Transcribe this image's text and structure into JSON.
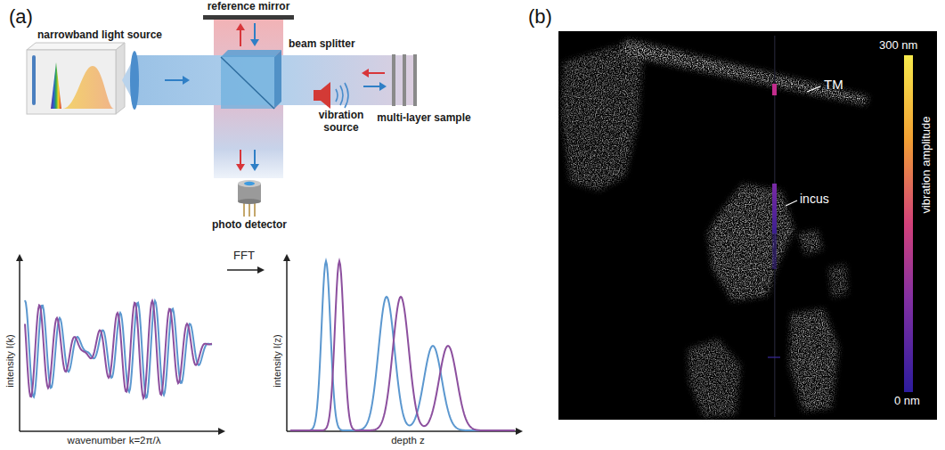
{
  "diagram": {
    "labels": [
      "(a)",
      "reference mirror",
      "narrowband light source",
      "beam splitter",
      "vibration source",
      "multi-layer sample",
      "photo detector",
      "intensity I(k)",
      "wavenumber k=2π/λ",
      "FFT",
      "intensity I(z)",
      "depth z",
      "(b)",
      "TM",
      "incus",
      "300 nm",
      "vibration amplitude",
      "0 nm"
    ]
  }
}
